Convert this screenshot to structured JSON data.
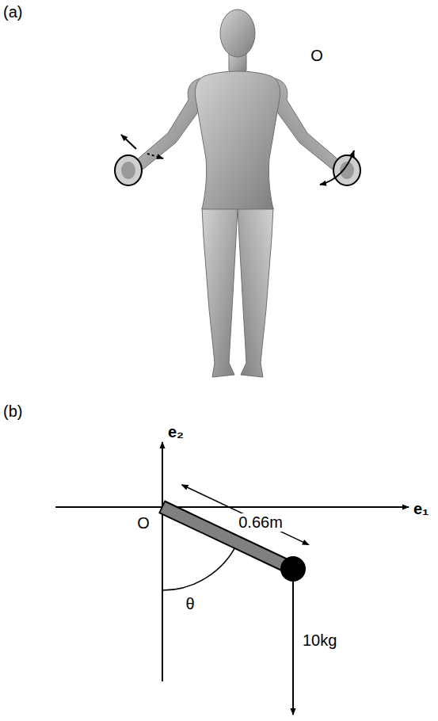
{
  "diagram": {
    "labels": [
      "(a)",
      "O",
      "(b)",
      "e₂",
      "e₁",
      "O",
      "θ",
      "0.66m",
      "10kg"
    ]
  }
}
